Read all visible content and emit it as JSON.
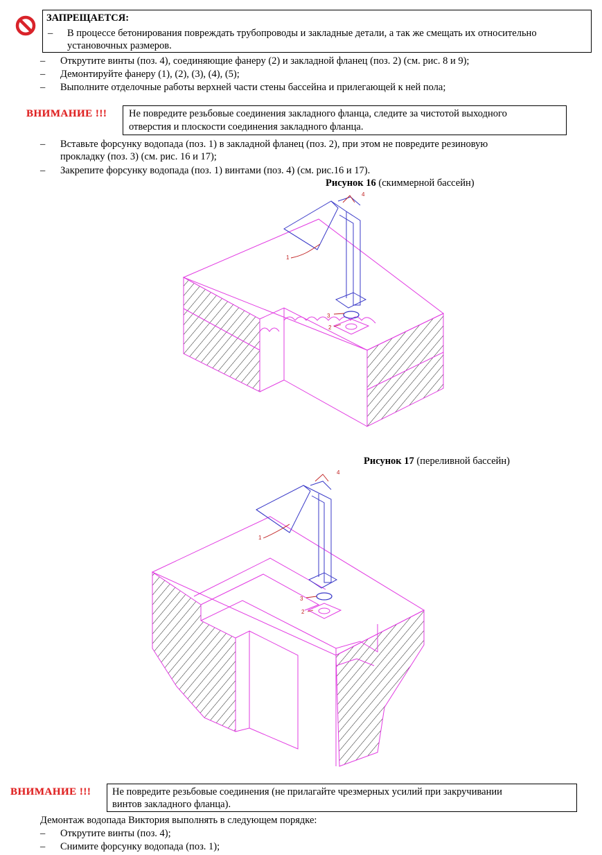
{
  "prohibited": {
    "title": "ЗАПРЕЩАЕТСЯ:",
    "line1": "В процессе бетонирования повреждать трубопроводы и закладные детали, а так же смещать их относительно",
    "line2": "установочных размеров."
  },
  "steps1": [
    "Открутите винты (поз. 4), соединяющие фанеру (2) и закладной фланец (поз. 2) (см. рис. 8 и 9);",
    "Демонтируйте фанеру (1), (2), (3), (4), (5);",
    "Выполните отделочные работы верхней части стены бассейна и прилегающей к ней пола;"
  ],
  "warning1": {
    "label": "ВНИМАНИЕ !!!",
    "line1": "Не повредите резьбовые соединения  закладного фланца, следите за чистотой выходного",
    "line2": "отверстия и плоскости соединения закладного фланца."
  },
  "steps2": {
    "s1_line1": "Вставьте форсунку водопада (поз. 1) в закладной фланец (поз. 2), при этом не повредите резиновую",
    "s1_line2": "прокладку (поз. 3) (см. рис. 16 и 17);",
    "s2": "Закрепите форсунку водопада (поз. 1) винтами (поз. 4) (см. рис.16 и 17)."
  },
  "figure16": {
    "title_bold": "Рисунок 16",
    "title_rest": " (скиммерной бассейн)",
    "callouts": [
      "1",
      "2",
      "3",
      "4"
    ]
  },
  "figure17": {
    "title_bold": "Рисунок 17",
    "title_rest": " (переливной бассейн)",
    "callouts": [
      "1",
      "2",
      "3",
      "4"
    ]
  },
  "warning2": {
    "label": "ВНИМАНИЕ !!!",
    "line1": "Не повредите резьбовые соединения (не прилагайте чрезмерных усилий при закручивании",
    "line2": "винтов закладного фланца)."
  },
  "dismantle": {
    "intro": "Демонтаж водопада Виктория  выполнять в следующем порядке:",
    "steps": [
      "Открутите винты (поз. 4);",
      "Снимите форсунку водопада (поз. 1);"
    ]
  },
  "colors": {
    "drawing": "#e23be2",
    "part": "#3a3ac8",
    "callout": "#c02020",
    "warning": "#d22222"
  },
  "icons": {
    "prohibited": "prohibition-sign-icon"
  }
}
